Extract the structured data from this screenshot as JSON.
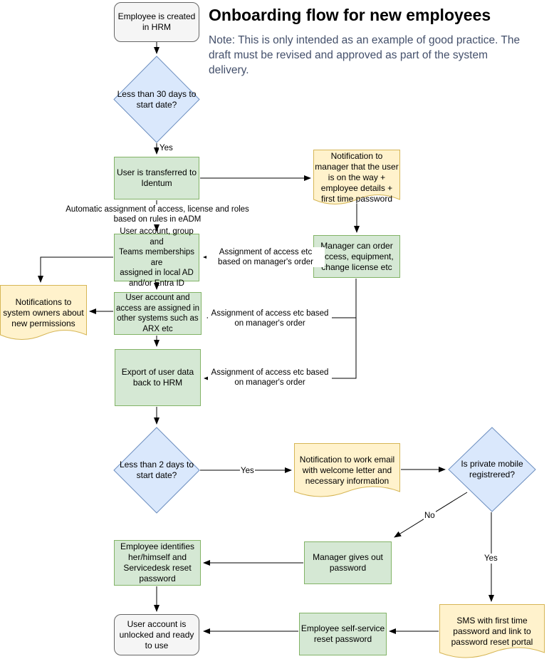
{
  "title": "Onboarding flow for new employees",
  "note": "Note: This is only intended as an example of good practice. The\ndraft must be revised and approved as part of the system\ndelivery.",
  "colors": {
    "process_fill": "#d5e8d4",
    "process_stroke": "#82b366",
    "decision_fill": "#dae8fc",
    "decision_stroke": "#6c8ebf",
    "document_fill": "#fff2cc",
    "document_stroke": "#d6b656",
    "terminator_fill": "#f5f5f5",
    "terminator_stroke": "#666666",
    "note_text": "#44506b",
    "edge": "#000000"
  },
  "nodes": {
    "start": {
      "type": "terminator",
      "label": "Employee is created\nin HRM"
    },
    "d30days": {
      "type": "decision",
      "label": "Less than 30 days to\nstart date?"
    },
    "identum": {
      "type": "process",
      "label": "User is transferred to\nIdentum"
    },
    "notif_manager": {
      "type": "document",
      "label": "Notification to\nmanager that the user\nis on the way +\nemployee details +\nfirst time password"
    },
    "ad": {
      "type": "process",
      "label": "User account, group and\nTeams memberships are\nassigned in local AD\nand/or Entra ID"
    },
    "manager_order": {
      "type": "process",
      "label": "Manager can order\naccess, equipment,\nchange license etc"
    },
    "notif_owners": {
      "type": "document",
      "label": "Notifications to\nsystem owners about\nnew permissions"
    },
    "arx": {
      "type": "process",
      "label": "User account and\naccess are assigned in\nother systems such as\nARX etc"
    },
    "export_hrm": {
      "type": "process",
      "label": "Export of user data\nback to HRM"
    },
    "d2days": {
      "type": "decision",
      "label": "Less than 2 days to\nstart date?"
    },
    "notif_email": {
      "type": "document",
      "label": "Notification to work email\nwith welcome letter and\nnecessary information"
    },
    "dmobile": {
      "type": "decision",
      "label": "Is private mobile\nregistrered?"
    },
    "manager_password": {
      "type": "process",
      "label": "Manager gives out\npassword"
    },
    "employee_id": {
      "type": "process",
      "label": "Employee identifies\nher/himself and\nServicedesk reset\npassword"
    },
    "sms": {
      "type": "document",
      "label": "SMS with first time\npassword and link to\npassword reset portal"
    },
    "self_service": {
      "type": "process",
      "label": "Employee self-service\nreset password"
    },
    "unlocked": {
      "type": "terminator",
      "label": "User account is\nunlocked and ready\nto use"
    }
  },
  "edge_labels": {
    "yes_30days": "Yes",
    "auto_assignment": "Automatic assignment of access, license and roles\nbased on rules in eADM",
    "assign_ad": "Assignment of access etc\nbased on manager's order",
    "assign_arx": "Assignment of access etc based\non manager's order",
    "assign_export": "Assignment of access etc based\non manager's order",
    "yes_2days": "Yes",
    "no_mobile": "No",
    "yes_mobile": "Yes"
  }
}
